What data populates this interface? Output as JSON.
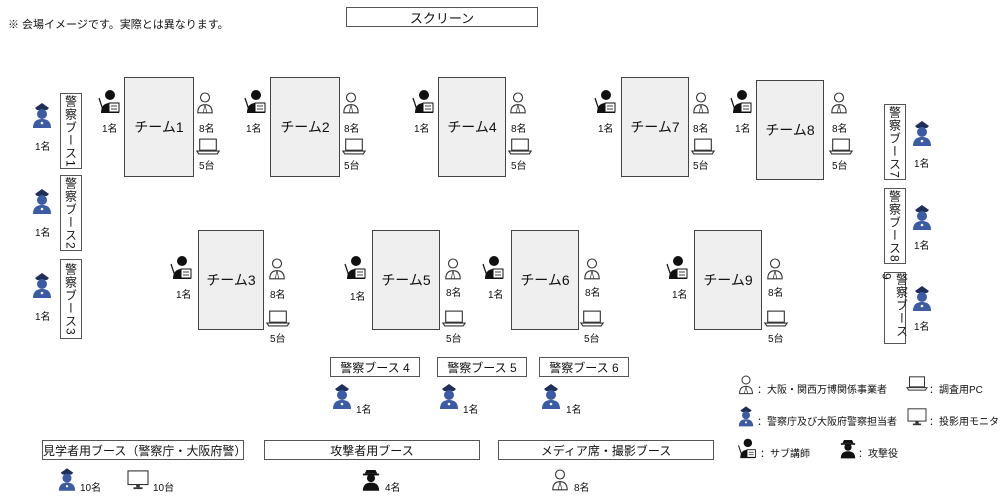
{
  "note": "※ 会場イメージです。実際とは異なります。",
  "screen_label": "スクリーン",
  "teams": [
    "チーム1",
    "チーム2",
    "チーム3",
    "チーム4",
    "チーム5",
    "チーム6",
    "チーム7",
    "チーム8",
    "チーム9"
  ],
  "booths_left": [
    "警察ブース1",
    "警察ブース2",
    "警察ブース3"
  ],
  "booths_right": [
    "警察ブース7",
    "警察ブース8",
    "警察ブース9"
  ],
  "booths_center": [
    "警察ブース 4",
    "警察ブース 5",
    "警察ブース 6"
  ],
  "counts": {
    "one": "1名",
    "eight": "8名",
    "five_units": "5台",
    "four": "4名",
    "ten_people": "10名",
    "ten_units": "10台"
  },
  "bottom_booths": {
    "visitors": "見学者用ブース（警察庁・大阪府警）",
    "attackers": "攻撃者用ブース",
    "media": "メディア席・撮影ブース"
  },
  "legend": {
    "expo": "：大阪・関西万博関係事業者",
    "police": "：警察庁及び大阪府警察担当者",
    "instructor": "：サブ講師",
    "attacker": "：攻撃役",
    "pc": "：調査用PC",
    "monitor": "：投影用モニタ"
  },
  "colors": {
    "police": "#3b5ba5",
    "team_fill": "#efefef"
  }
}
